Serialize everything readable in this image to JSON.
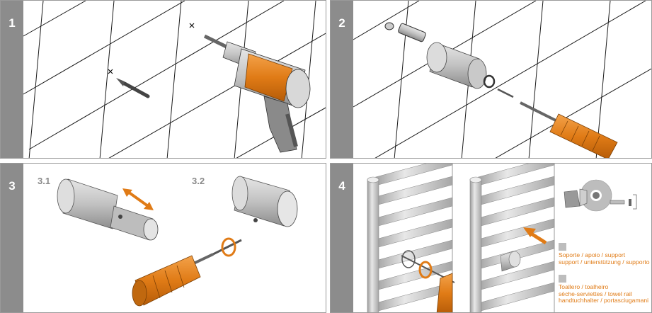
{
  "panels": [
    {
      "number": "1"
    },
    {
      "number": "2"
    },
    {
      "number": "3",
      "substeps": [
        "3.1",
        "3.2"
      ]
    },
    {
      "number": "4"
    }
  ],
  "legend": {
    "support": "Soporte / apoio / support\nsupport / unterstützung / supporto",
    "towel_rail": "Toallero / toalheiro\nsèche-serviettes / towel rail\nhandtuchhalter / portasciugamani"
  },
  "colors": {
    "accent": "#e8861a",
    "badge": "#8c8c8c",
    "metal": "#bdbdbd"
  }
}
